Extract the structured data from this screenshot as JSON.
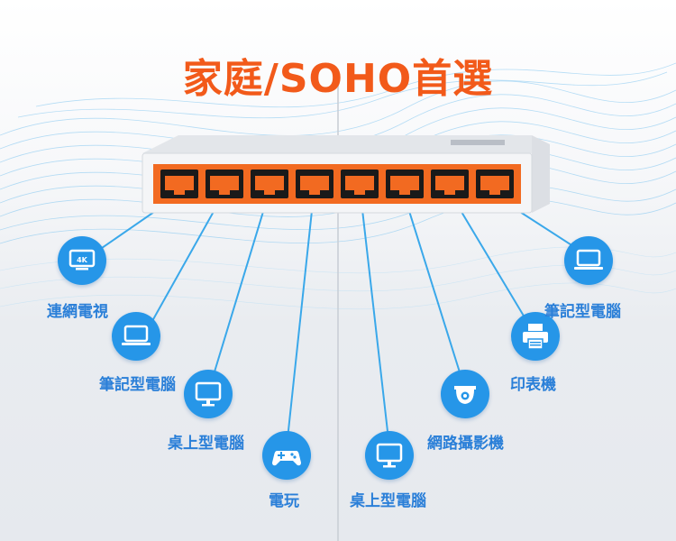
{
  "title": "家庭/SOHO首選",
  "switch": {
    "port_count": 8,
    "icon": "network-switch-icon",
    "colors": {
      "body": "#f4f5f7",
      "port": "#f26a21",
      "port_inner": "#1a1a1a"
    }
  },
  "colors": {
    "accent": "#f25a1a",
    "device": "#2696e8",
    "label": "#2a7fd8",
    "cable": "#3aa8ea"
  },
  "devices": [
    {
      "name": "smart-tv",
      "label": "連網電視",
      "icon": "tv-4k-icon",
      "icon_text": "4K"
    },
    {
      "name": "laptop-left",
      "label": "筆記型電腦",
      "icon": "laptop-icon"
    },
    {
      "name": "desktop-left",
      "label": "桌上型電腦",
      "icon": "monitor-icon"
    },
    {
      "name": "game-console",
      "label": "電玩",
      "icon": "gamepad-icon"
    },
    {
      "name": "desktop-right",
      "label": "桌上型電腦",
      "icon": "monitor-icon"
    },
    {
      "name": "ip-camera",
      "label": "網路攝影機",
      "icon": "camera-icon"
    },
    {
      "name": "printer",
      "label": "印表機",
      "icon": "printer-icon"
    },
    {
      "name": "laptop-right",
      "label": "筆記型電腦",
      "icon": "laptop-icon"
    }
  ]
}
